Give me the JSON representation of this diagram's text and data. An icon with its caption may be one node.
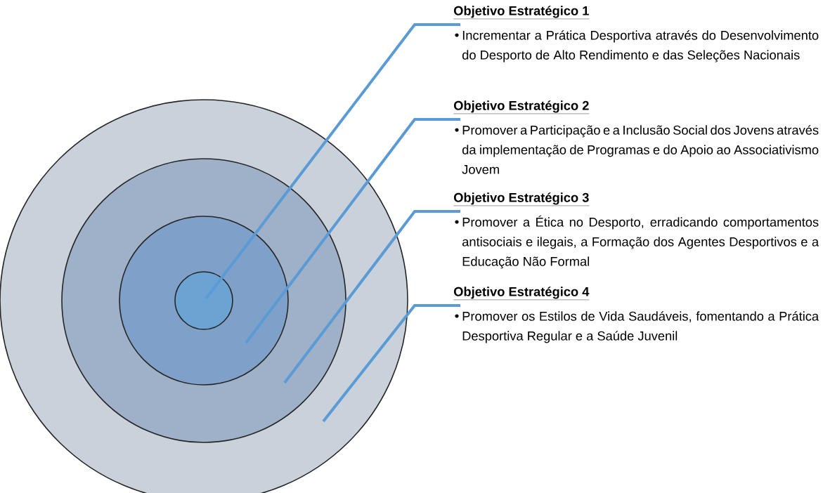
{
  "diagram": {
    "nodes": [
      {
        "text": [],
        "shape": "circle"
      },
      {
        "text": [],
        "shape": "circle",
        "in": 0
      },
      {
        "text": [],
        "shape": "circle",
        "in": 1
      },
      {
        "text": [],
        "shape": "circle",
        "in": 2
      },
      {
        "text": [
          "Objetivo Estratégico 1",
          "Incrementar a Prática Desportiva através do Desenvolvimento do Desporto de Alto Rendimento e das Seleções Nacionais"
        ]
      },
      {
        "text": [
          "Objetivo Estratégico 2",
          "Promover a Participação e a Inclusão Social dos Jovens através da implementação de Programas e do Apoio ao Associativismo Jovem"
        ]
      },
      {
        "text": [
          "Objetivo Estratégico 3",
          "Promover a Ética no Desporto, erradicando comportamentos antisociais e ilegais, a Formação dos Agentes Desportivos e a Educação Não Formal"
        ]
      },
      {
        "text": [
          "Objetivo Estratégico 4",
          "Promover os Estilos de Vida Saudáveis, fomentando a Prática Desportiva Regular e a Saúde Juvenil"
        ]
      }
    ],
    "edges": [
      {
        "from": 4,
        "to": 3,
        "arrow": "none"
      },
      {
        "from": 5,
        "to": 2,
        "arrow": "none"
      },
      {
        "from": 6,
        "to": 1,
        "arrow": "none"
      },
      {
        "from": 7,
        "to": 0,
        "arrow": "none"
      }
    ]
  }
}
